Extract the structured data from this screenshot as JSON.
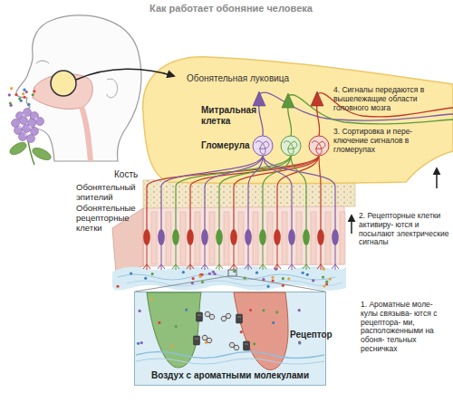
{
  "diagram": {
    "title": "Как работает обоняние человека",
    "nodes": [
      {
        "text": [
          "Обонятельная луковица"
        ]
      },
      {
        "text": [
          "Воздух с ароматными молекулами"
        ]
      }
    ],
    "labels": [
      "Митральная клетка",
      "Гломерула",
      "4. Сигналы передаются в вышележащие области головного мозга",
      "3. Сортировка и пере- ключение сигналов в гломерулах",
      "Кость",
      "Обонятельный эпителий",
      "Обонятельные рецепторные клетки",
      "2. Рецепторные клетки активиру- ются и посылают электрические сигналы",
      "1. Ароматные моле- кулы связыва- ются с рецептора- ми, расположенными на обоня- тельных ресничках",
      "Рецептор"
    ]
  }
}
